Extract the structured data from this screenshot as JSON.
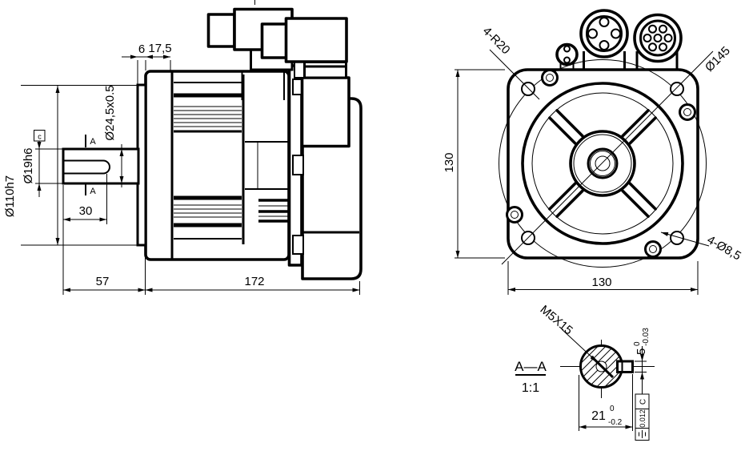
{
  "drawing_type": "servo motor outline dimension drawing",
  "colors": {
    "line": "#000000",
    "background": "#ffffff"
  },
  "side": {
    "dim_6": "6",
    "dim_17_5": "17,5",
    "dim_24_5": "Ø24,5x0.5",
    "dim_19": "Ø19h6",
    "dim_110": "Ø110h7",
    "dim_30": "30",
    "dim_57": "57",
    "dim_172": "172",
    "datum": "c",
    "section_mark": "A"
  },
  "front": {
    "corner_label": "4-R20",
    "dia_label": "Ø145",
    "height_label": "130",
    "width_label": "130",
    "holes_label": "4-Ø8,5"
  },
  "section": {
    "title": "A—A",
    "scale": "1:1",
    "thread": "M5X15",
    "width_value": "21",
    "width_upper": "0",
    "width_lower": "-0.2",
    "key_value": "5",
    "key_upper": "0",
    "key_lower": "-0.03",
    "fcf_tolerance": "0.012",
    "fcf_datum": "C"
  }
}
